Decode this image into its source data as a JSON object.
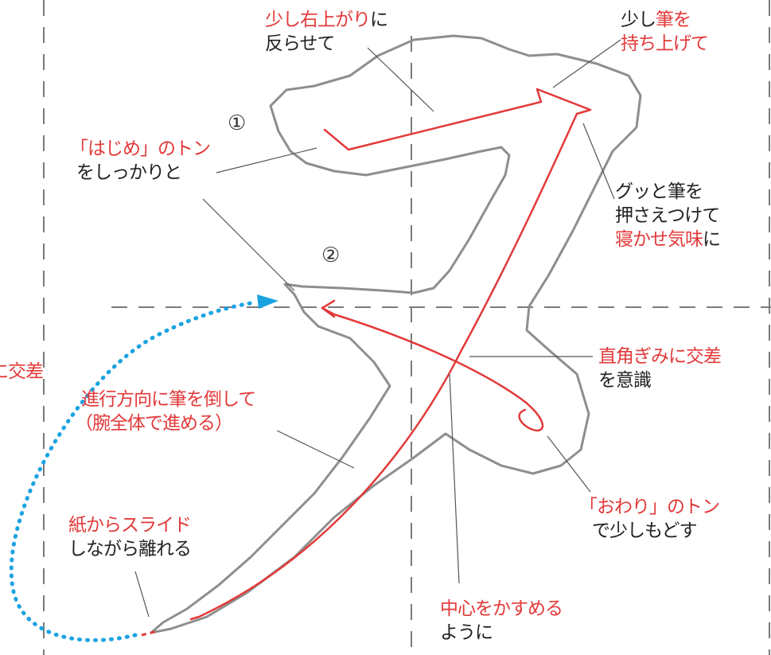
{
  "colors": {
    "accent_red": "#e23a3a",
    "text": "#222222",
    "guide_gray": "#7a7a7a",
    "outline_gray": "#8e8e8e",
    "dotted_blue": "#1aa3e0"
  },
  "step_numbers": [
    "①",
    "②"
  ],
  "labels": {
    "top_center": {
      "a_red": "少し右上がり",
      "a_black": "に",
      "b": "反らせて"
    },
    "top_right": {
      "a": "少し",
      "a_red": "筆を",
      "b_red": "持ち上げて"
    },
    "left_upper": {
      "a_red": "「はじめ」のトン",
      "b": "をしっかりと"
    },
    "right_mid": {
      "a": "グッと筆を",
      "b": "押さえつけて",
      "c_red": "寝かせ気味",
      "c_black": "に"
    },
    "right_cross": {
      "a_red": "直角ぎみに交差",
      "b": "を意識"
    },
    "left_edge_red": "に交差",
    "left_middle": {
      "a_red": "進行方向に筆を倒して",
      "b_red": "（腕全体で進める）"
    },
    "left_lower": {
      "a_red": "紙からスライド",
      "b": "しながら離れる"
    },
    "right_lower": {
      "a_red": "「おわり」のトン",
      "b": "で少しもどす"
    },
    "bottom_center": {
      "a_red": "中心をかすめる",
      "b": "ように"
    }
  }
}
